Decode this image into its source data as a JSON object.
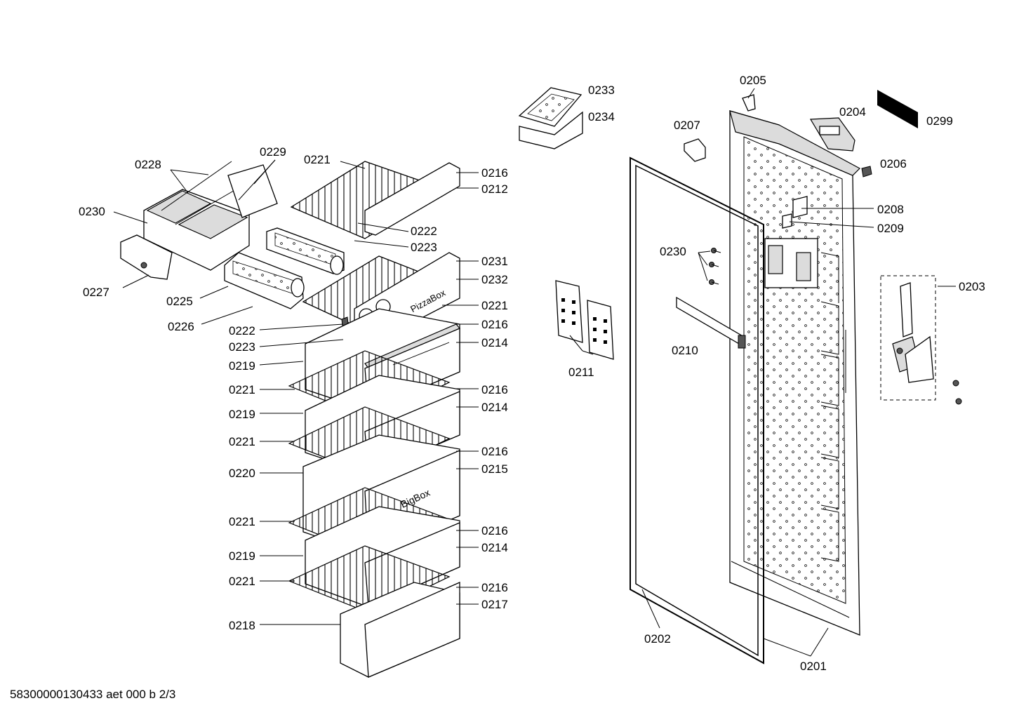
{
  "footer_code": "58300000130433 aet 000 b 2/3",
  "parts": {
    "p0201": "0201",
    "p0202": "0202",
    "p0203": "0203",
    "p0204": "0204",
    "p0205": "0205",
    "p0206": "0206",
    "p0207": "0207",
    "p0208": "0208",
    "p0209": "0209",
    "p0210": "0210",
    "p0211": "0211",
    "p0212": "0212",
    "p0214": "0214",
    "p0215": "0215",
    "p0216": "0216",
    "p0217": "0217",
    "p0218": "0218",
    "p0219": "0219",
    "p0220": "0220",
    "p0221": "0221",
    "p0222": "0222",
    "p0223": "0223",
    "p0225": "0225",
    "p0226": "0226",
    "p0227": "0227",
    "p0228": "0228",
    "p0229": "0229",
    "p0230": "0230",
    "p0231": "0231",
    "p0232": "0232",
    "p0233": "0233",
    "p0234": "0234",
    "p0299": "0299"
  },
  "part_imprints": {
    "pizzabox": "PizzaBox",
    "bigbox": "BigBox"
  }
}
